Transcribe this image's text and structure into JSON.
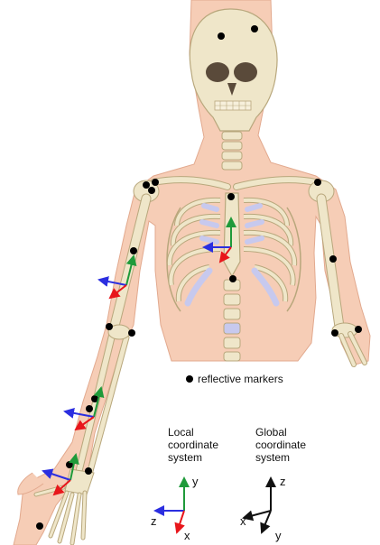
{
  "legend": {
    "marker_label": "reflective markers"
  },
  "local_frame": {
    "title": "Local\ncoordinate\nsystem",
    "axis_y": "y",
    "axis_z": "z",
    "axis_x": "x",
    "colors": {
      "x": "#e8161b",
      "y": "#1f9a3a",
      "z": "#2b2ee0"
    }
  },
  "global_frame": {
    "title": "Global\ncoordinate\nsystem",
    "axis_z": "z",
    "axis_x": "x",
    "axis_y": "y",
    "color": "#111111"
  },
  "palette": {
    "skin": "#f6cdb6",
    "skin_shadow": "#e9b398",
    "bone": "#efe6c9",
    "bone_outline": "#b8a77c",
    "cartilage": "#c7c9ee"
  }
}
